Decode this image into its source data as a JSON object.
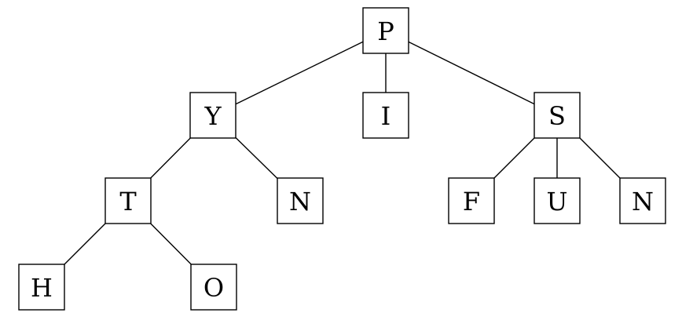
{
  "tree": {
    "nodes": [
      {
        "id": "P",
        "label": "P"
      },
      {
        "id": "Y",
        "label": "Y"
      },
      {
        "id": "I",
        "label": "I"
      },
      {
        "id": "S",
        "label": "S"
      },
      {
        "id": "T",
        "label": "T"
      },
      {
        "id": "N1",
        "label": "N"
      },
      {
        "id": "F",
        "label": "F"
      },
      {
        "id": "U",
        "label": "U"
      },
      {
        "id": "N2",
        "label": "N"
      },
      {
        "id": "H",
        "label": "H"
      },
      {
        "id": "O",
        "label": "O"
      }
    ],
    "edges": [
      [
        "P",
        "Y"
      ],
      [
        "P",
        "I"
      ],
      [
        "P",
        "S"
      ],
      [
        "Y",
        "T"
      ],
      [
        "Y",
        "N1"
      ],
      [
        "S",
        "F"
      ],
      [
        "S",
        "U"
      ],
      [
        "S",
        "N2"
      ],
      [
        "T",
        "H"
      ],
      [
        "T",
        "O"
      ]
    ]
  }
}
